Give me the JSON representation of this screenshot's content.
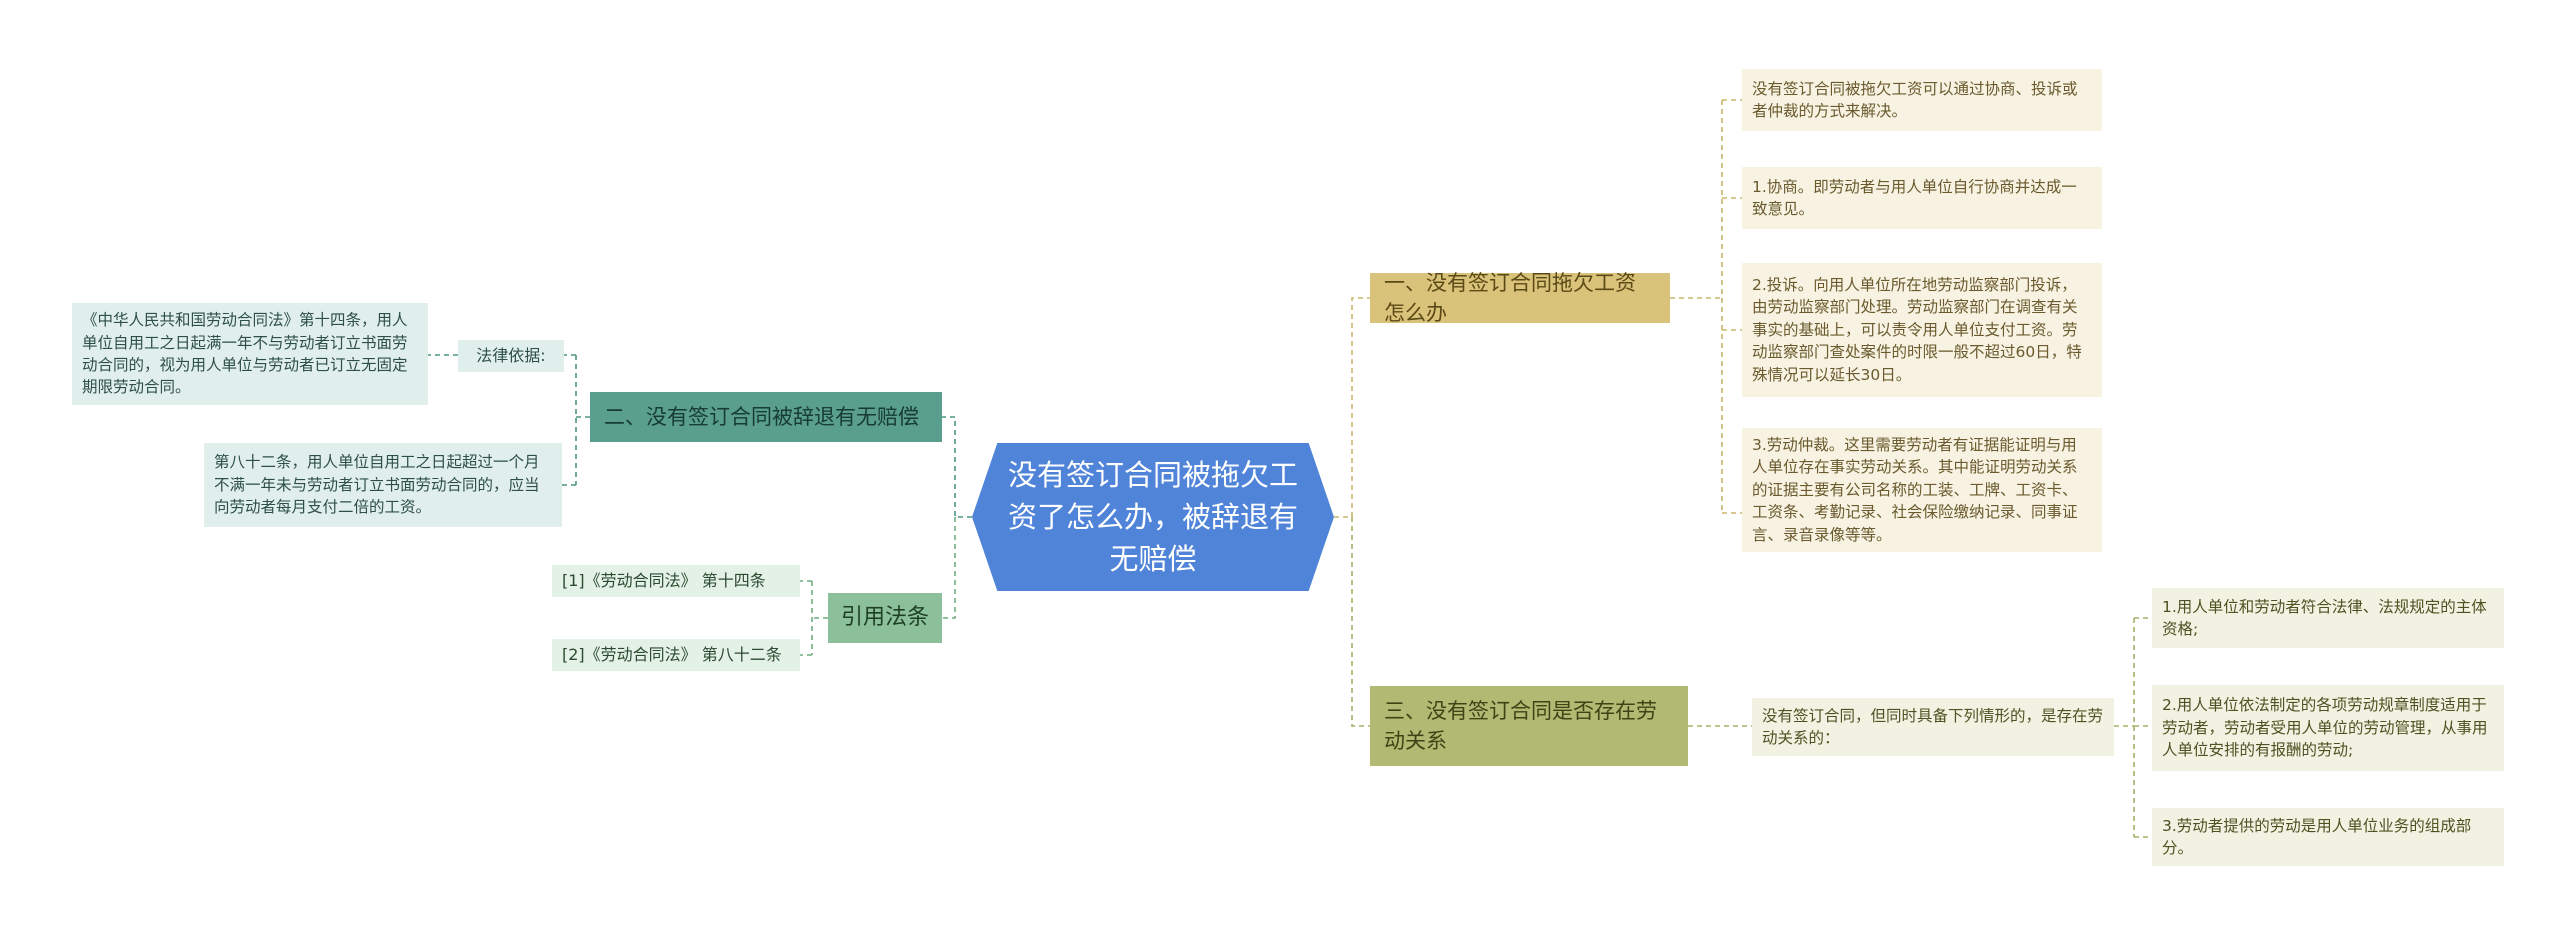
{
  "root": {
    "title": "没有签订合同被拖欠工资了怎么办，被辞退有无赔偿"
  },
  "branch1": {
    "label": "一、没有签订合同拖欠工资怎么办",
    "items": [
      "没有签订合同被拖欠工资可以通过协商、投诉或者仲裁的方式来解决。",
      "1.协商。即劳动者与用人单位自行协商并达成一致意见。",
      "2.投诉。向用人单位所在地劳动监察部门投诉，由劳动监察部门处理。劳动监察部门在调查有关事实的基础上，可以责令用人单位支付工资。劳动监察部门查处案件的时限一般不超过60日，特殊情况可以延长30日。",
      "3.劳动仲裁。这里需要劳动者有证据能证明与用人单位存在事实劳动关系。其中能证明劳动关系的证据主要有公司名称的工装、工牌、工资卡、工资条、考勤记录、社会保险缴纳记录、同事证言、录音录像等等。"
    ]
  },
  "branch2": {
    "label": "二、没有签订合同被辞退有无赔偿",
    "basis_label": "法律依据:",
    "basis_text": "《中华人民共和国劳动合同法》第十四条，用人单位自用工之日起满一年不与劳动者订立书面劳动合同的，视为用人单位与劳动者已订立无固定期限劳动合同。",
    "article82": "第八十二条，用人单位自用工之日起超过一个月不满一年未与劳动者订立书面劳动合同的，应当向劳动者每月支付二倍的工资。"
  },
  "branch3": {
    "label": "三、没有签订合同是否存在劳动关系",
    "condition": "没有签订合同，但同时具备下列情形的，是存在劳动关系的：",
    "items": [
      "1.用人单位和劳动者符合法律、法规规定的主体资格;",
      "2.用人单位依法制定的各项劳动规章制度适用于劳动者，劳动者受用人单位的劳动管理，从事用人单位安排的有报酬的劳动;",
      "3.劳动者提供的劳动是用人单位业务的组成部分。"
    ]
  },
  "citations": {
    "label": "引用法条",
    "items": [
      "[1]《劳动合同法》 第十四条",
      "[2]《劳动合同法》 第八十二条"
    ]
  }
}
